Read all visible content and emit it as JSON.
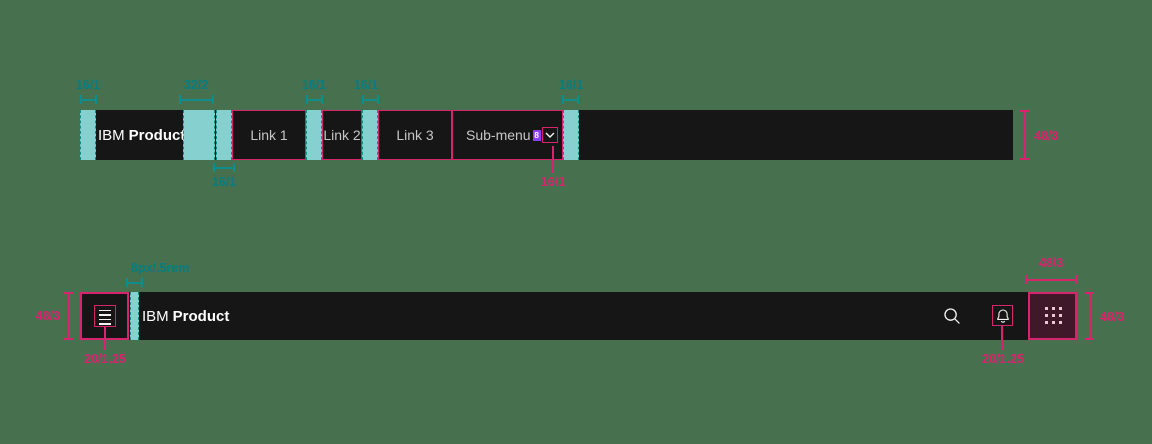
{
  "colors": {
    "background": "#47704f",
    "bar_background": "#161616",
    "spacer_teal_fill": "#86d1d0",
    "annotation_teal": "#087d80",
    "annotation_pink": "#d6246e",
    "badge_purple": "#8a3ffc",
    "link_text": "#c6c6c6",
    "brand_text": "#ffffff"
  },
  "top_bar": {
    "brand_prefix": "IBM",
    "brand_name": "Product",
    "links": [
      "Link 1",
      "Link 2",
      "Link 3"
    ],
    "submenu_label": "Sub-menu",
    "submenu_badge": "8",
    "annotations": {
      "left_padding": "16/1",
      "brand_right_gap": "32/2",
      "link_gap_1": "16/1",
      "link_gap_2": "16/1",
      "submenu_right_gap": "16/1",
      "link_left_padding": "16/1",
      "chevron_size": "16/1",
      "bar_height": "48/3"
    }
  },
  "bottom_bar": {
    "brand_prefix": "IBM",
    "brand_name": "Product",
    "annotations": {
      "bar_height_left": "48/3",
      "menu_icon_size": "20/1.25",
      "brand_gap": "8px/.5rem",
      "bell_icon_size": "20/1.25",
      "switcher_width": "48/3",
      "switcher_height": "48/3"
    }
  }
}
